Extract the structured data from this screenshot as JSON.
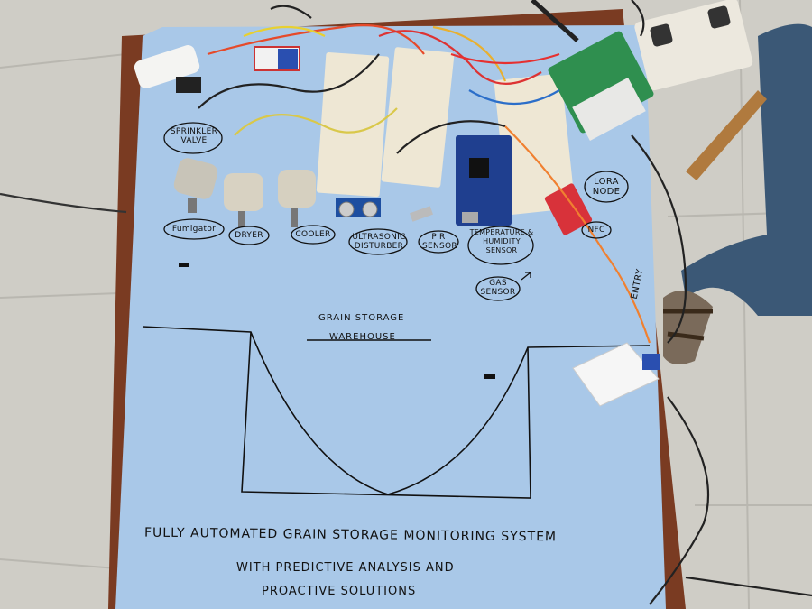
{
  "labels": {
    "sprinkler_valve": "SPRINKLER VALVE",
    "fumigator": "Fumigator",
    "dryer": "DRYER",
    "cooler": "COOLER",
    "ultrasonic_disturber": "ULTRASONIC DISTURBER",
    "pir_sensor": "PIR SENSOR",
    "temp_humidity_sensor": "TEMPERATURE & HUMIDITY SENSOR",
    "gas_sensor": "GAS SENSOR",
    "lora_node": "LORA NODE",
    "nfc": "NFC",
    "entry": "ENTRY",
    "grain_storage": "GRAIN STORAGE",
    "warehouse": "WAREHOUSE"
  },
  "title": {
    "line1": "FULLY AUTOMATED GRAIN STORAGE MONITORING SYSTEM",
    "line2": "WITH PREDICTIVE ANALYSIS AND",
    "line3": "PROACTIVE SOLUTIONS"
  },
  "colors": {
    "poster": "#a9c8e8",
    "table": "#7a3b22",
    "floor": "#cfcdc6",
    "arduino": "#1f3f8f",
    "lora_board": "#2f8f4f",
    "nfc_board": "#d8323a"
  }
}
